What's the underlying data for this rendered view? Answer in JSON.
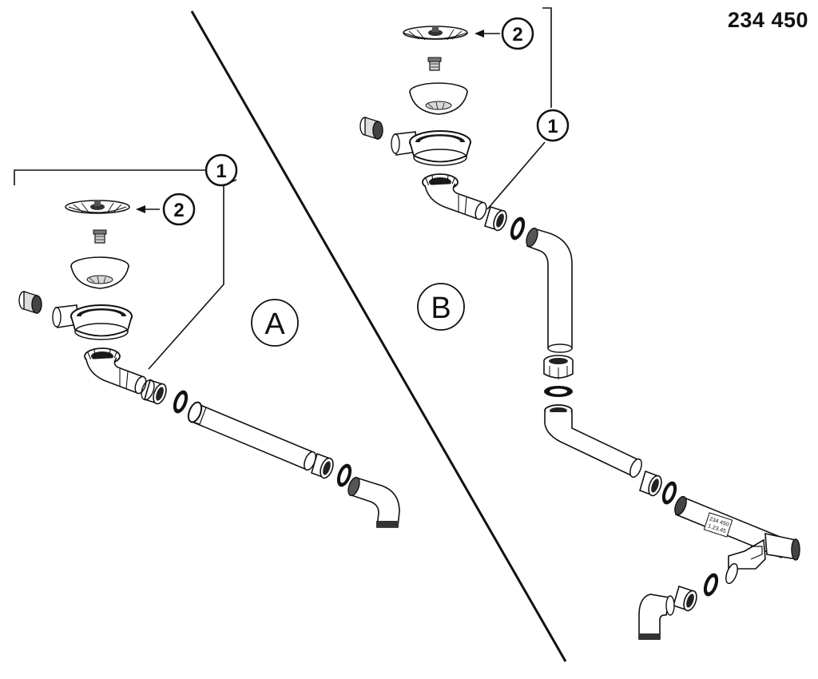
{
  "part_number": "234 450",
  "variants": {
    "a": "A",
    "b": "B"
  },
  "callouts": {
    "one": "1",
    "two": "2"
  },
  "label_plate": {
    "line1": "234 450",
    "line2": "1.23.45"
  }
}
